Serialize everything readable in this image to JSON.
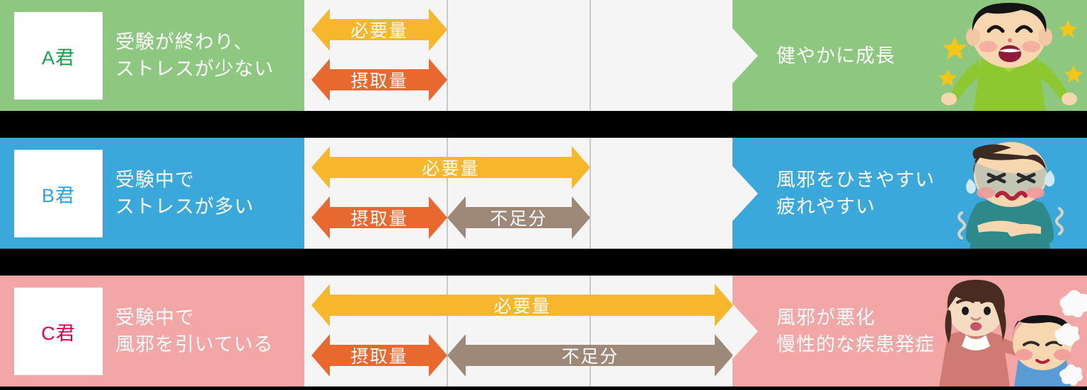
{
  "legend": {
    "need_label": "必要量",
    "intake_label": "摂取量",
    "shortage_label": "不足分"
  },
  "colors": {
    "green": "#8ec880",
    "blue": "#3ba8dc",
    "pink": "#f2a6a6",
    "need": "#f7b72c",
    "intake": "#e8682f",
    "shortage": "#9e8878",
    "chart_bg": "#f5f5f5",
    "gridline": "#c9c9c9",
    "id_a": "#17a34a",
    "id_b": "#2ba3dd",
    "id_c": "#e0004d"
  },
  "rows": [
    {
      "id_label": "A君",
      "id_color": "#17a34a",
      "band_color": "#8ec880",
      "condition": "受験が終わり、\nストレスが少ない",
      "result": "健やかに成長",
      "illustration": "happy-boy-icon",
      "bars": {
        "need": 1,
        "intake": 1,
        "shortage": 0
      }
    },
    {
      "id_label": "B君",
      "id_color": "#2ba3dd",
      "band_color": "#3ba8dc",
      "condition": "受験中で\nストレスが多い",
      "result": "風邪をひきやすい\n疲れやすい",
      "illustration": "sick-boy-icon",
      "bars": {
        "need": 2,
        "intake": 1,
        "shortage": 1
      }
    },
    {
      "id_label": "C君",
      "id_color": "#e0004d",
      "band_color": "#f2a6a6",
      "condition": "受験中で\n風邪を引いている",
      "result": "風邪が悪化\n慢性的な疾患発症",
      "illustration": "mother-and-sick-boy-icon",
      "bars": {
        "need": 3,
        "intake": 1,
        "shortage": 2
      }
    }
  ],
  "chart_data": {
    "type": "bar",
    "title": "",
    "categories": [
      "A君",
      "B君",
      "C君"
    ],
    "series": [
      {
        "name": "必要量",
        "values": [
          1,
          2,
          3
        ],
        "color": "#f7b72c"
      },
      {
        "name": "摂取量",
        "values": [
          1,
          1,
          1
        ],
        "color": "#e8682f"
      },
      {
        "name": "不足分",
        "values": [
          0,
          1,
          2
        ],
        "color": "#9e8878"
      }
    ],
    "xlabel": "",
    "ylabel": "",
    "xlim": [
      0,
      3
    ],
    "grid": true,
    "gridline_positions": [
      1,
      2
    ],
    "legend": "inline-on-bars",
    "notes": "必要量 = 摂取量 + 不足分; 単位は相対スケール(区切り線は等間隔の1単位)"
  }
}
